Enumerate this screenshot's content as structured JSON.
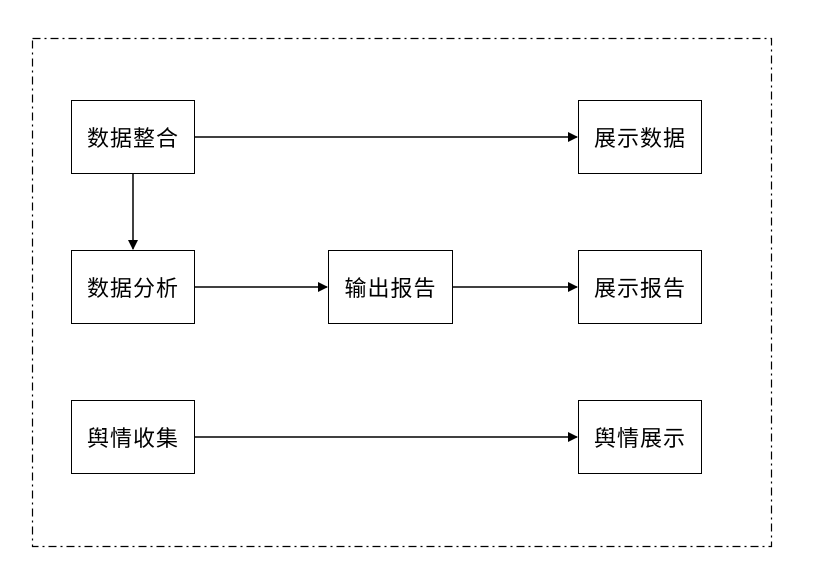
{
  "diagram": {
    "nodes": {
      "data_integration": "数据整合",
      "data_analysis": "数据分析",
      "opinion_collection": "舆情收集",
      "output_report": "输出报告",
      "show_data": "展示数据",
      "show_report": "展示报告",
      "opinion_display": "舆情展示"
    },
    "edges": [
      {
        "from": "data_integration",
        "to": "show_data"
      },
      {
        "from": "data_integration",
        "to": "data_analysis"
      },
      {
        "from": "data_analysis",
        "to": "output_report"
      },
      {
        "from": "output_report",
        "to": "show_report"
      },
      {
        "from": "opinion_collection",
        "to": "opinion_display"
      }
    ],
    "colors": {
      "stroke": "#000000",
      "background": "#ffffff"
    }
  }
}
